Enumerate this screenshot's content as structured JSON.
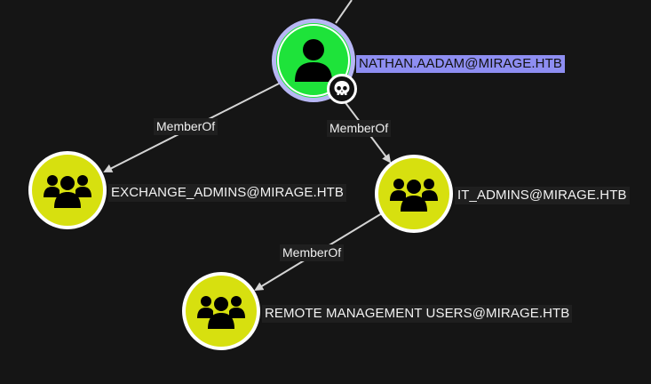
{
  "graph": {
    "nodes": {
      "nathan": {
        "label": "NATHAN.AADAM@MIRAGE.HTB",
        "type": "user",
        "icon": "user-icon",
        "badge_icon": "skull-icon",
        "selected": true
      },
      "exchange_admins": {
        "label": "EXCHANGE_ADMINS@MIRAGE.HTB",
        "type": "group",
        "icon": "group-icon"
      },
      "it_admins": {
        "label": "IT_ADMINS@MIRAGE.HTB",
        "type": "group",
        "icon": "group-icon"
      },
      "remote_mgmt": {
        "label": "REMOTE MANAGEMENT USERS@MIRAGE.HTB",
        "type": "group",
        "icon": "group-icon"
      }
    },
    "edges": [
      {
        "id": "nathan_to_exchange",
        "label": "MemberOf"
      },
      {
        "id": "nathan_to_it",
        "label": "MemberOf"
      },
      {
        "id": "it_to_remote",
        "label": "MemberOf"
      }
    ]
  },
  "colors": {
    "background": "#151515",
    "user_node": "#1ee33a",
    "user_ring": "#b7b6f4",
    "group_node": "#d7e00f",
    "selected_label": "#8e8ef2",
    "edge": "#d4d4d4"
  }
}
